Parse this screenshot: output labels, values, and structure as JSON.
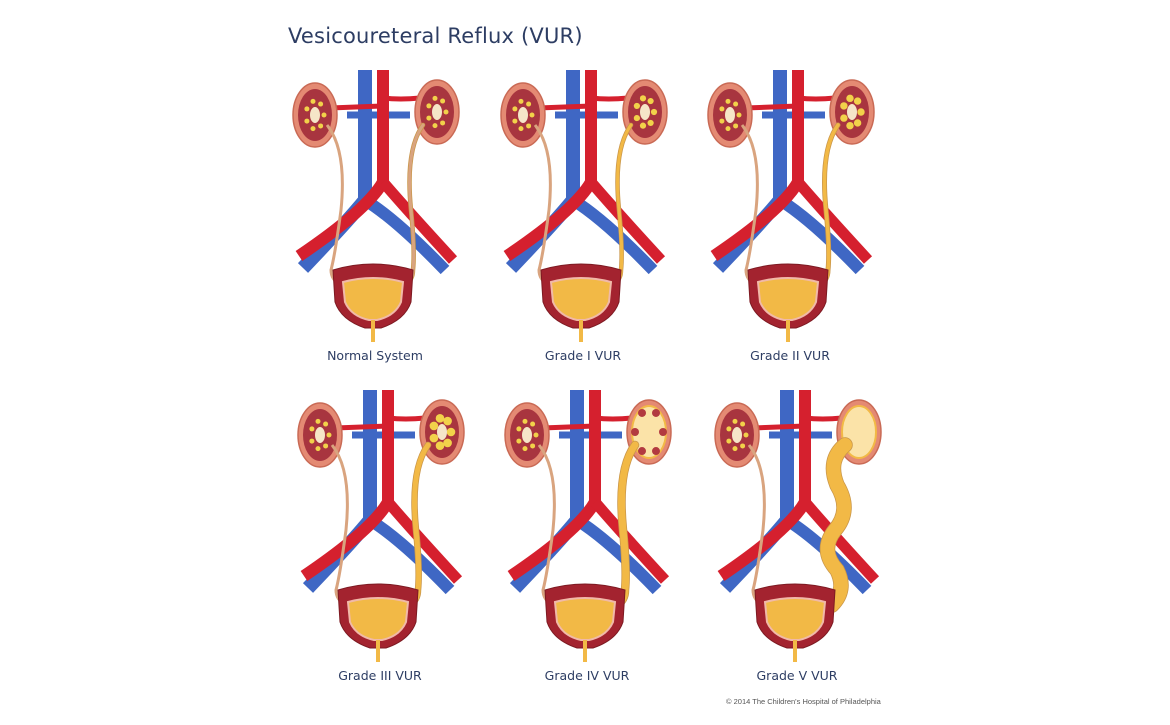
{
  "title": "Vesicoureteral Reflux (VUR)",
  "panels": [
    {
      "label": "Normal System",
      "grade": 0
    },
    {
      "label": "Grade I VUR",
      "grade": 1
    },
    {
      "label": "Grade II VUR",
      "grade": 2
    },
    {
      "label": "Grade III VUR",
      "grade": 3
    },
    {
      "label": "Grade IV VUR",
      "grade": 4
    },
    {
      "label": "Grade V VUR",
      "grade": 5
    }
  ],
  "copyright": "© 2014 The Children's Hospital of Philadelphia",
  "colors": {
    "title": "#2d3d63",
    "artery": "#d5202e",
    "vein": "#3f67c4",
    "kidney": "#e48a73",
    "bladder": "#a3232f",
    "urine": "#f2b946",
    "ureter": "#d9a47f"
  }
}
